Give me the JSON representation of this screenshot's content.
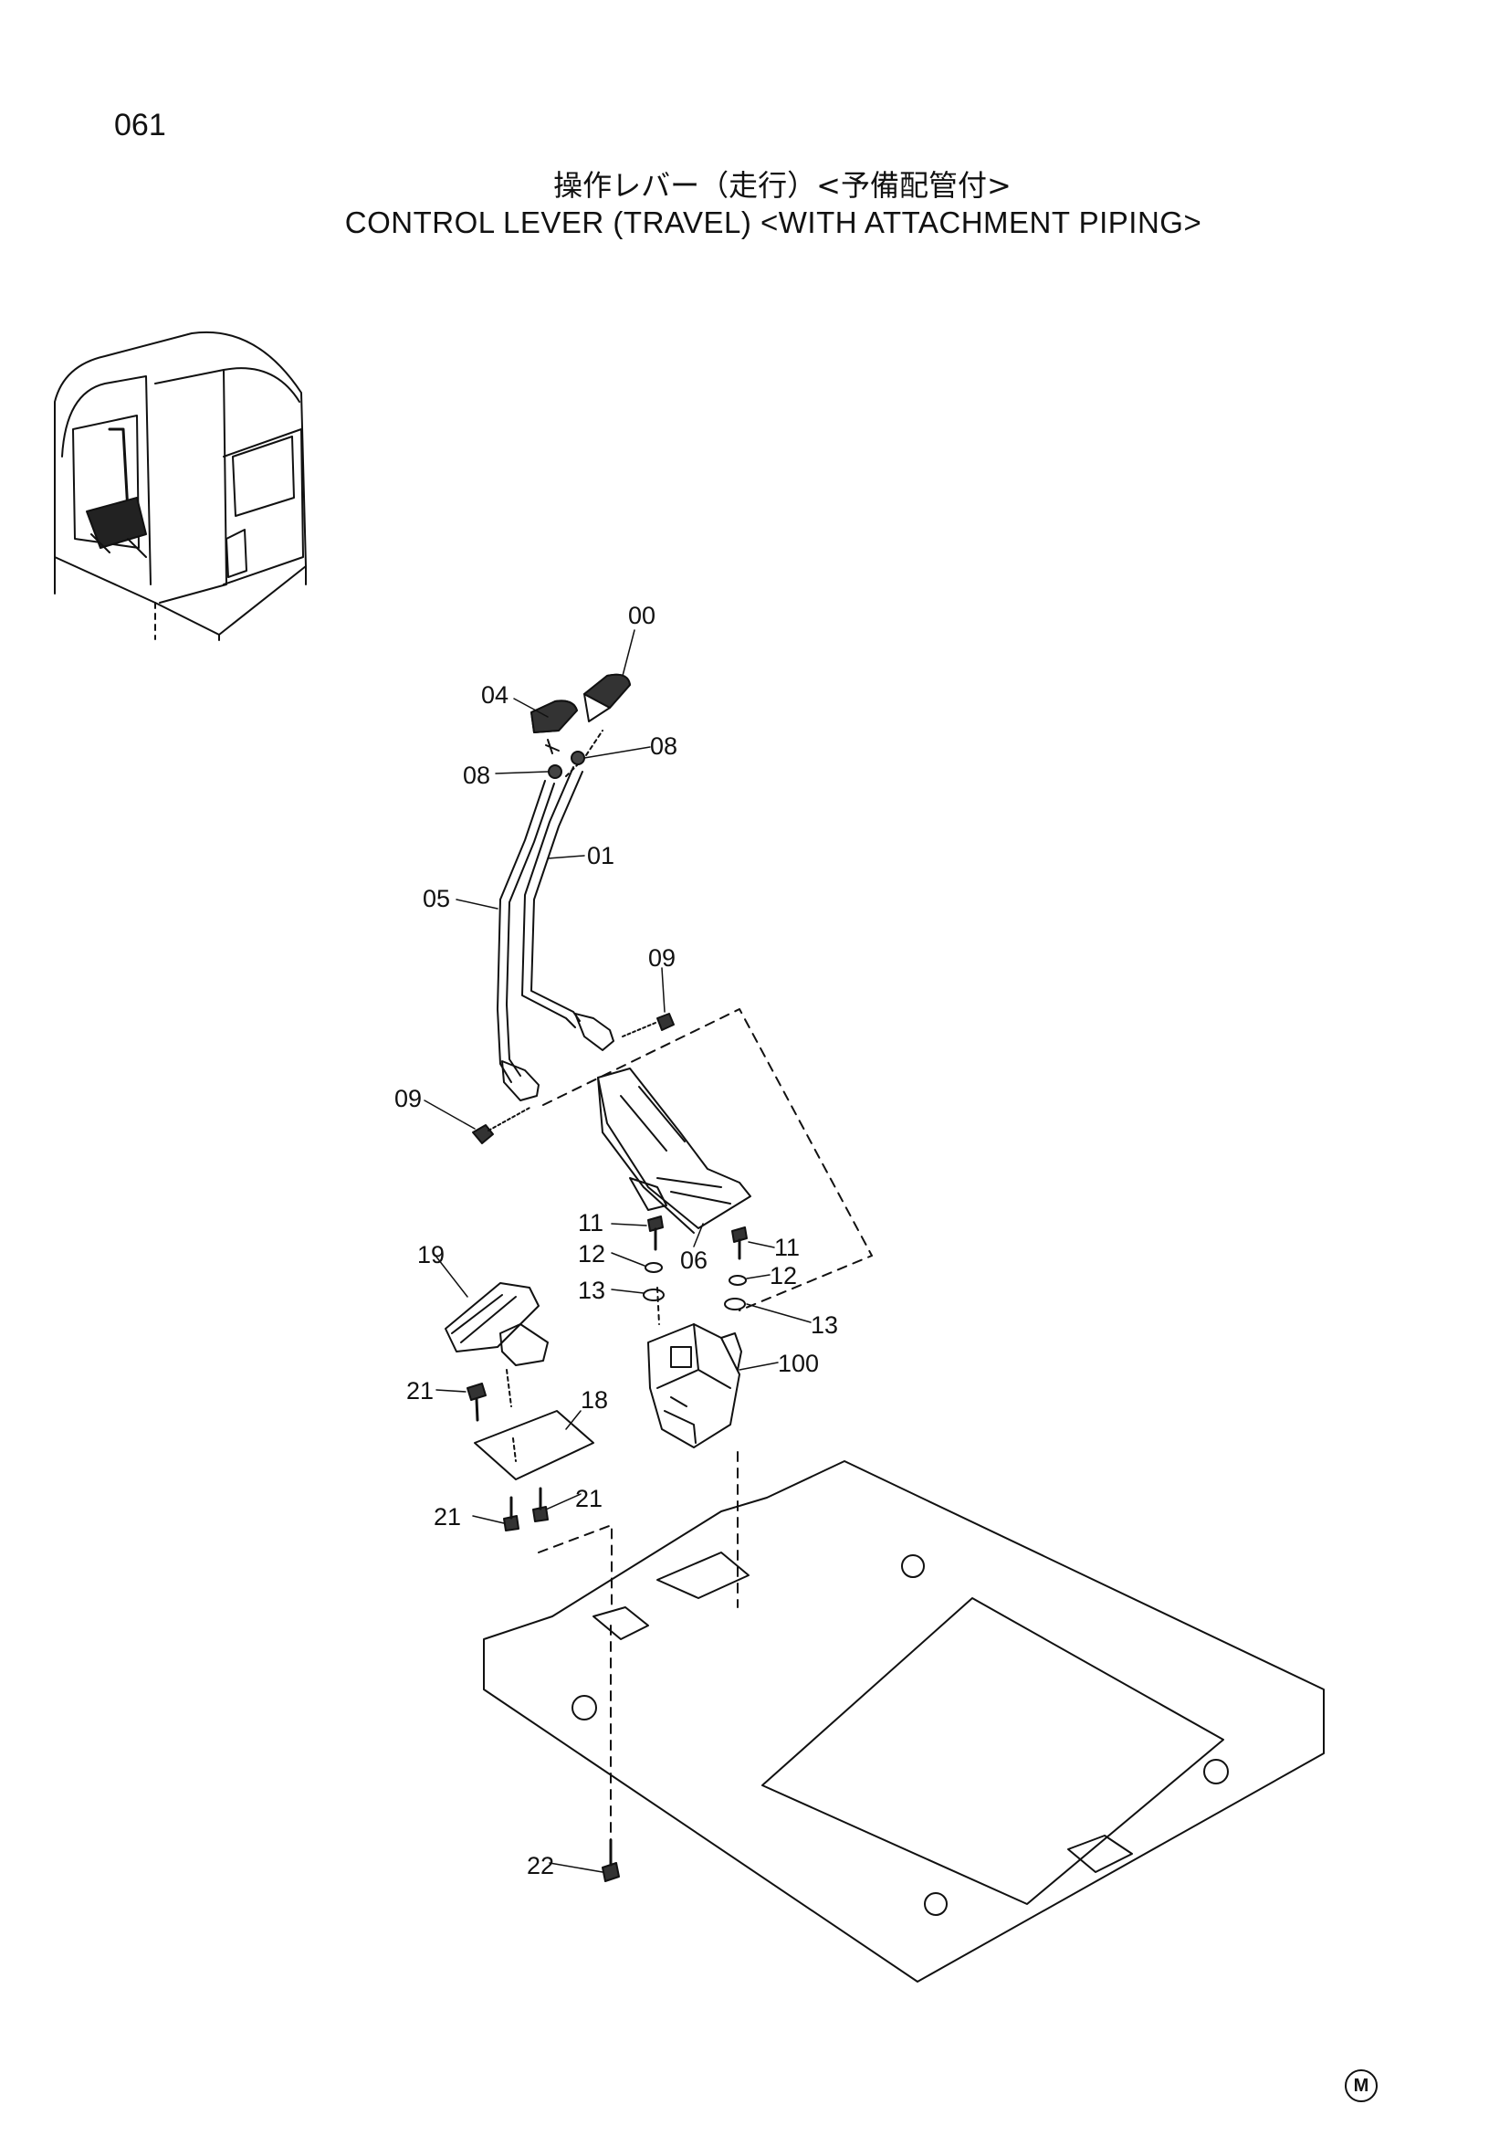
{
  "page_number": "061",
  "title_ja": "操作レバー（走行）<予備配管付>",
  "title_en": "CONTROL LEVER (TRAVEL) <WITH ATTACHMENT PIPING>",
  "callouts": {
    "c00": "00",
    "c04": "04",
    "c08a": "08",
    "c08b": "08",
    "c01": "01",
    "c05": "05",
    "c09a": "09",
    "c09b": "09",
    "c06": "06",
    "c11a": "11",
    "c11b": "11",
    "c12a": "12",
    "c12b": "12",
    "c13a": "13",
    "c13b": "13",
    "c100": "100",
    "c19": "19",
    "c18": "18",
    "c21a": "21",
    "c21b": "21",
    "c21c": "21",
    "c22": "22"
  },
  "corner_mark": "M"
}
